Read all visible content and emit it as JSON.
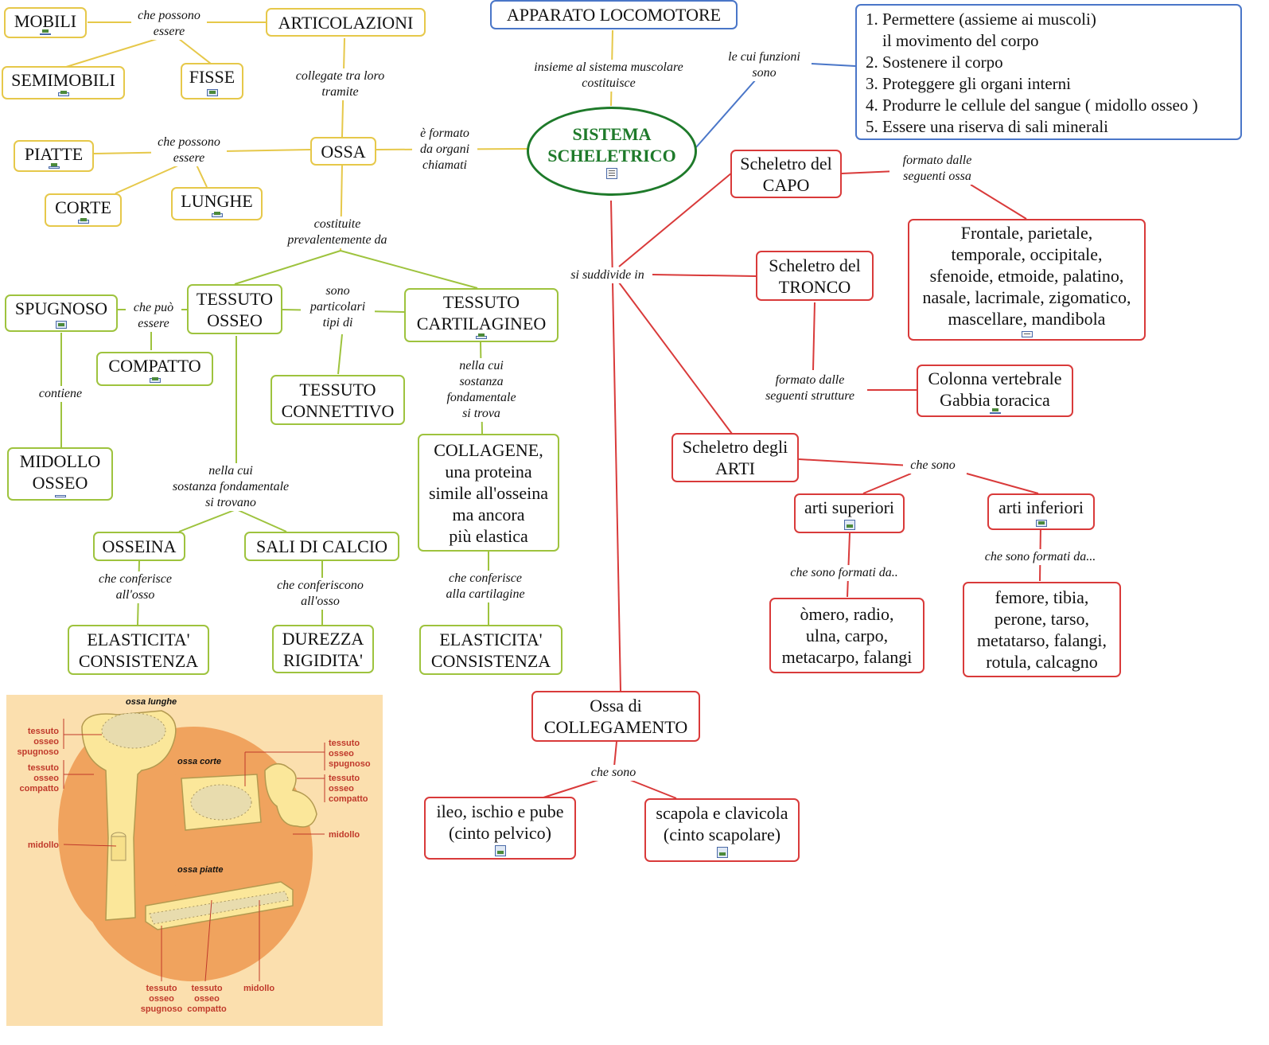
{
  "nodes": {
    "apparato": "APPARATO LOCOMOTORE",
    "sistema": "SISTEMA\nSCHELETRICO",
    "articolazioni": "ARTICOLAZIONI",
    "mobili": "MOBILI",
    "semimobili": "SEMIMOBILI",
    "fisse": "FISSE",
    "ossa": "OSSA",
    "piatte": "PIATTE",
    "corte": "CORTE",
    "lunghe": "LUNGHE",
    "tessuto_osseo": "TESSUTO\nOSSEO",
    "tessuto_cartilagineo": "TESSUTO\nCARTILAGINEO",
    "tessuto_connettivo": "TESSUTO\nCONNETTIVO",
    "spugnoso": "SPUGNOSO",
    "compatto": "COMPATTO",
    "midollo": "MIDOLLO\nOSSEO",
    "osseina": "OSSEINA",
    "sali": "SALI DI CALCIO",
    "elasticita1": "ELASTICITA'\nCONSISTENZA",
    "durezza": "DUREZZA\nRIGIDITA'",
    "collagene": "COLLAGENE,\nuna proteina\nsimile all'osseina\nma ancora\npiù elastica",
    "elasticita2": "ELASTICITA'\nCONSISTENZA",
    "capo": "Scheletro del\nCAPO",
    "tronco": "Scheletro del\nTRONCO",
    "arti": "Scheletro degli\nARTI",
    "ossa_capo": "Frontale, parietale,\ntemporale, occipitale,\nsfenoide, etmoide, palatino,\nnasale, lacrimale, zigomatico,\nmascellare, mandibola",
    "colonna": "Colonna vertebrale\nGabbia toracica",
    "arti_sup": "arti superiori",
    "arti_inf": "arti inferiori",
    "ossa_sup": "òmero, radio,\nulna, carpo,\nmetacarpo, falangi",
    "ossa_inf": "femore, tibia,\nperone, tarso,\nmetatarso, falangi,\nrotula, calcagno",
    "collegamento": "Ossa di\nCOLLEGAMENTO",
    "ileo": "ileo, ischio e pube\n(cinto pelvico)",
    "scapola": "scapola e clavicola\n(cinto scapolare)"
  },
  "functions": [
    "Permettere (assieme ai muscoli)\nil movimento del corpo",
    "Sostenere il corpo",
    "Proteggere gli organi interni",
    "Produrre le cellule del sangue ( midollo osseo )",
    "Essere una riserva di sali minerali"
  ],
  "labels": {
    "che_possono_1": "che possono\nessere",
    "collegate": "collegate tra loro\ntramite",
    "che_possono_2": "che possono\nessere",
    "formato_organi": "è formato\nda organi\nchiamati",
    "insieme": "insieme al sistema muscolare\ncostituisce",
    "funzioni": "le cui funzioni\nsono",
    "costituite": "costituite\nprevalentemente da",
    "che_puo": "che può\nessere",
    "sono_particolari": "sono\nparticolari\ntipi di",
    "contiene": "contiene",
    "nella_cui_1": "nella cui\nsostanza fondamentale\nsi trovano",
    "nella_cui_2": "nella cui\nsostanza\nfondamentale\nsi trova",
    "conferisce_osso": "che conferisce\nall'osso",
    "conferiscono_osso": "che conferiscono\nall'osso",
    "conferisce_cart": "che conferisce\nalla cartilagine",
    "si_suddivide": "si suddivide in",
    "formato_ossa": "formato dalle\nseguenti ossa",
    "formato_strutture": "formato dalle\nseguenti strutture",
    "che_sono_arti": "che sono",
    "formati_sup": "che sono formati da..",
    "formati_inf": "che sono formati da...",
    "che_sono_coll": "che sono"
  },
  "figure": {
    "ossa_lunghe": "ossa lunghe",
    "ossa_corte": "ossa corte",
    "ossa_piatte": "ossa piatte",
    "l_spugnoso": "tessuto\nosseo\nspugnoso",
    "l_compatto": "tessuto\nosseo\ncompatto",
    "l_midollo": "midollo",
    "c_spugnoso": "tessuto\nosseo\nspugnoso",
    "c_compatto": "tessuto\nosseo\ncompatto",
    "c_midollo": "midollo",
    "p_spugnoso": "tessuto\nosseo\nspugnoso",
    "p_compatto": "tessuto\nosseo\ncompatto",
    "p_midollo": "midollo"
  },
  "colors": {
    "yellow": "#e6c84a",
    "green": "#9ec33e",
    "red": "#d93a3a",
    "blue": "#4a76c8",
    "center": "#1e7a2a"
  }
}
